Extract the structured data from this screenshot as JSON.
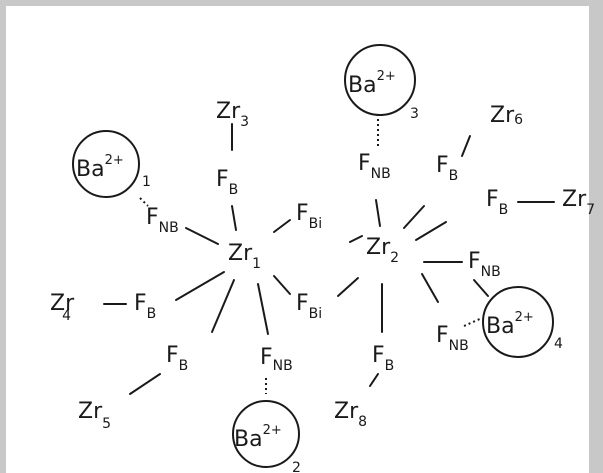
{
  "zr": {
    "main": "Zr",
    "index_1": "1",
    "index_2": "2",
    "index_3": "3",
    "index_4": "4",
    "index_5": "5",
    "index_6": "6",
    "index_7": "7",
    "index_8": "8"
  },
  "ba": {
    "main": "Ba",
    "charge": "2+",
    "index_1": "1",
    "index_2": "2",
    "index_3": "3",
    "index_4": "4"
  },
  "f": {
    "main": "F",
    "b": "B",
    "bi": "Bi",
    "nb": "NB"
  }
}
